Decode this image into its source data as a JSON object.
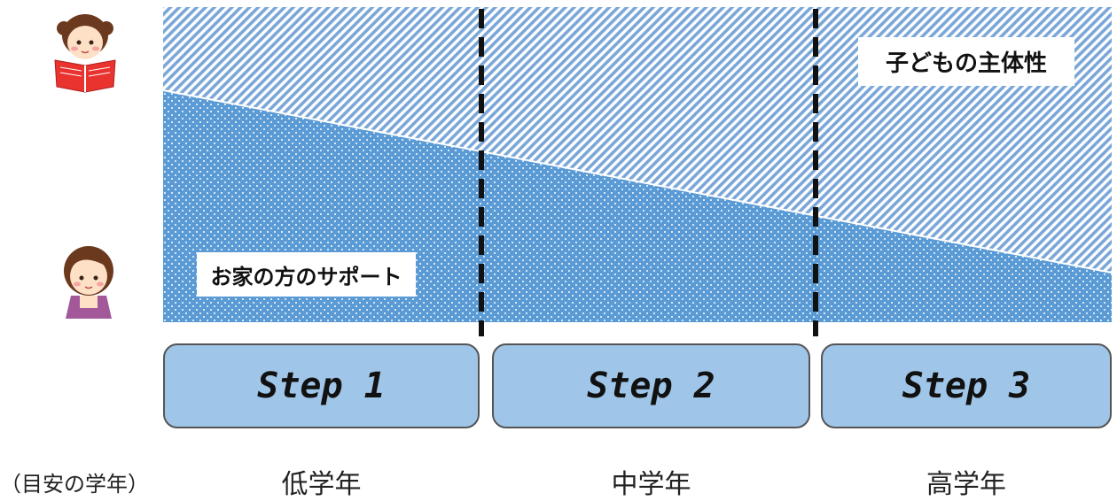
{
  "diagram": {
    "child_area_label": "子どもの主体性",
    "parent_area_label": "お家の方のサポート",
    "stages": [
      {
        "step": "Step 1",
        "grade": "低学年"
      },
      {
        "step": "Step 2",
        "grade": "中学年"
      },
      {
        "step": "Step 3",
        "grade": "高学年"
      }
    ],
    "grade_caption": "（目安の学年）",
    "icons": [
      "girl-reading-book-icon",
      "mother-icon"
    ],
    "colors": {
      "support_area": "#5b9bd5",
      "hatch_area": "#7ba7d8",
      "step_fill": "#9fc5e8",
      "divider": "#111111"
    }
  }
}
